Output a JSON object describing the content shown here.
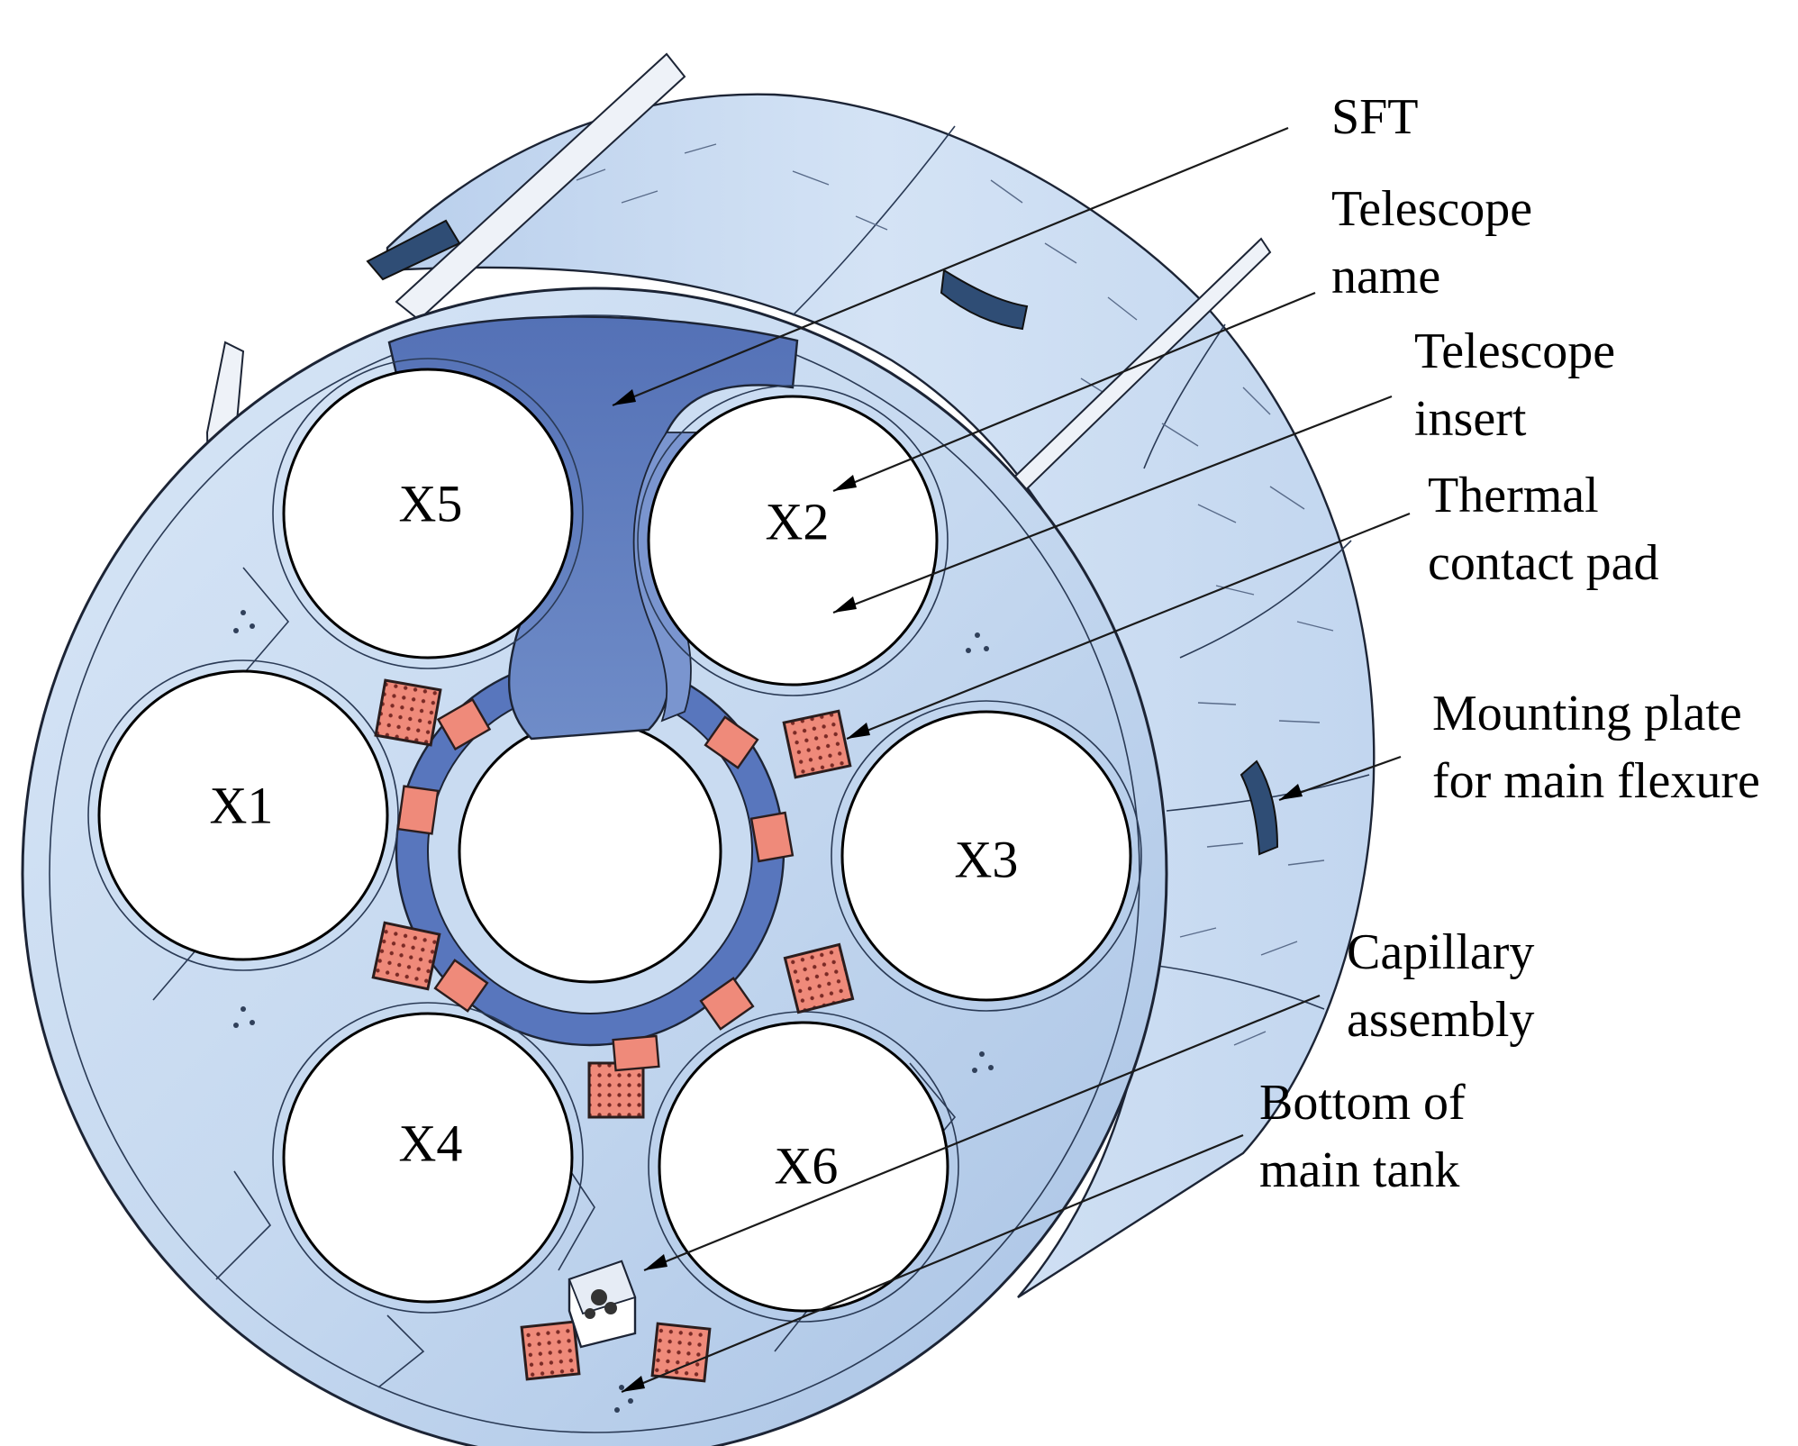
{
  "telescopes": [
    {
      "id": "X5",
      "label": "X5"
    },
    {
      "id": "X2",
      "label": "X2"
    },
    {
      "id": "X1",
      "label": "X1"
    },
    {
      "id": "X3",
      "label": "X3"
    },
    {
      "id": "X4",
      "label": "X4"
    },
    {
      "id": "X6",
      "label": "X6"
    }
  ],
  "callouts": {
    "sft": {
      "line1": "SFT"
    },
    "telescope_name": {
      "line1": "Telescope",
      "line2": "name"
    },
    "telescope_insert": {
      "line1": "Telescope",
      "line2": "insert"
    },
    "thermal_pad": {
      "line1": "Thermal",
      "line2": "contact pad"
    },
    "mounting_plate": {
      "line1": "Mounting plate",
      "line2": "for main flexure"
    },
    "capillary": {
      "line1": "Capillary",
      "line2": "assembly"
    },
    "bottom_tank": {
      "line1": "Bottom of",
      "line2": "main tank"
    }
  },
  "colors": {
    "plate": "#c8daf0",
    "plate_dark": "#a9c3e4",
    "drum": "#c3d6ee",
    "sft": "#5d7cbf",
    "ring": "#5876bd",
    "pad": "#ef8a7a",
    "pad_edge": "#3a2a2a",
    "flexure": "#2f4d75"
  }
}
